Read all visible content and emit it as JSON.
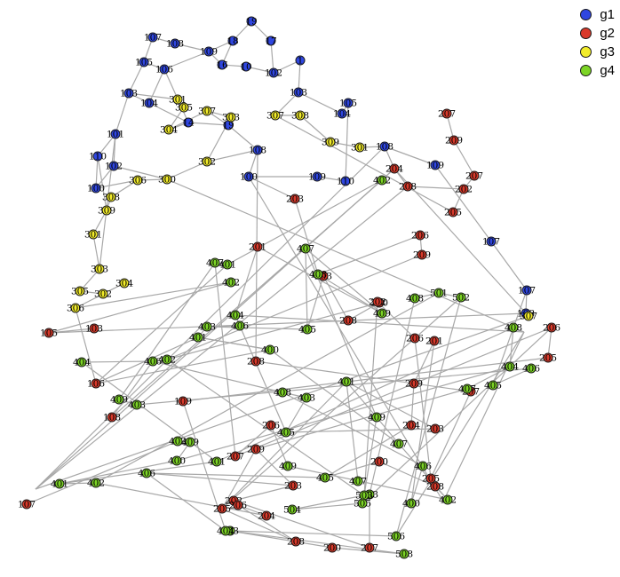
{
  "legend": {
    "groups": [
      {
        "name": "g1",
        "color": "#2f46e0"
      },
      {
        "name": "g2",
        "color": "#d93a2b"
      },
      {
        "name": "g3",
        "color": "#f2ec2a"
      },
      {
        "name": "g4",
        "color": "#7cd425"
      }
    ]
  },
  "nodes": [
    {
      "label": "107",
      "g": "g1"
    },
    {
      "label": "108",
      "g": "g1"
    },
    {
      "label": "109",
      "g": "g1"
    },
    {
      "label": "105",
      "g": "g1"
    },
    {
      "label": "106",
      "g": "g1"
    },
    {
      "label": "103",
      "g": "g1"
    },
    {
      "label": "104",
      "g": "g1"
    },
    {
      "label": "101",
      "g": "g1"
    },
    {
      "label": "102",
      "g": "g1"
    },
    {
      "label": "100",
      "g": "g1"
    },
    {
      "label": "110",
      "g": "g1"
    },
    {
      "label": "19",
      "g": "g1"
    },
    {
      "label": "18",
      "g": "g1"
    },
    {
      "label": "17",
      "g": "g1"
    },
    {
      "label": "16",
      "g": "g1"
    },
    {
      "label": "10",
      "g": "g1"
    },
    {
      "label": "102",
      "g": "g1"
    },
    {
      "label": "103",
      "g": "g1"
    },
    {
      "label": "104",
      "g": "g1"
    },
    {
      "label": "105",
      "g": "g1"
    },
    {
      "label": "100",
      "g": "g1"
    },
    {
      "label": "108",
      "g": "g1"
    },
    {
      "label": "109",
      "g": "g1"
    },
    {
      "label": "110",
      "g": "g1"
    },
    {
      "label": "1",
      "g": "g1"
    },
    {
      "label": "19",
      "g": "g1"
    },
    {
      "label": "14",
      "g": "g1"
    },
    {
      "label": "108",
      "g": "g1"
    },
    {
      "label": "109",
      "g": "g1"
    },
    {
      "label": "107",
      "g": "g1"
    },
    {
      "label": "107",
      "g": "g1"
    },
    {
      "label": "108",
      "g": "g1"
    },
    {
      "label": "301",
      "g": "g3"
    },
    {
      "label": "305",
      "g": "g3"
    },
    {
      "label": "304",
      "g": "g3"
    },
    {
      "label": "307",
      "g": "g3"
    },
    {
      "label": "303",
      "g": "g3"
    },
    {
      "label": "302",
      "g": "g3"
    },
    {
      "label": "300",
      "g": "g3"
    },
    {
      "label": "306",
      "g": "g3"
    },
    {
      "label": "308",
      "g": "g3"
    },
    {
      "label": "309",
      "g": "g3"
    },
    {
      "label": "301",
      "g": "g3"
    },
    {
      "label": "303",
      "g": "g3"
    },
    {
      "label": "305",
      "g": "g3"
    },
    {
      "label": "302",
      "g": "g3"
    },
    {
      "label": "304",
      "g": "g3"
    },
    {
      "label": "306",
      "g": "g3"
    },
    {
      "label": "307",
      "g": "g3"
    },
    {
      "label": "308",
      "g": "g3"
    },
    {
      "label": "309",
      "g": "g3"
    },
    {
      "label": "301",
      "g": "g3"
    },
    {
      "label": "307",
      "g": "g3"
    },
    {
      "label": "207",
      "g": "g2"
    },
    {
      "label": "209",
      "g": "g2"
    },
    {
      "label": "207",
      "g": "g2"
    },
    {
      "label": "202",
      "g": "g2"
    },
    {
      "label": "205",
      "g": "g2"
    },
    {
      "label": "204",
      "g": "g2"
    },
    {
      "label": "208",
      "g": "g2"
    },
    {
      "label": "203",
      "g": "g2"
    },
    {
      "label": "201",
      "g": "g2"
    },
    {
      "label": "206",
      "g": "g2"
    },
    {
      "label": "209",
      "g": "g2"
    },
    {
      "label": "200",
      "g": "g2"
    },
    {
      "label": "208",
      "g": "g2"
    },
    {
      "label": "203",
      "g": "g2"
    },
    {
      "label": "202",
      "g": "g2"
    },
    {
      "label": "206",
      "g": "g2"
    },
    {
      "label": "201",
      "g": "g2"
    },
    {
      "label": "209",
      "g": "g2"
    },
    {
      "label": "204",
      "g": "g2"
    },
    {
      "label": "203",
      "g": "g2"
    },
    {
      "label": "200",
      "g": "g2"
    },
    {
      "label": "208",
      "g": "g2"
    },
    {
      "label": "205",
      "g": "g2"
    },
    {
      "label": "207",
      "g": "g2"
    },
    {
      "label": "208",
      "g": "g2"
    },
    {
      "label": "206",
      "g": "g2"
    },
    {
      "label": "207",
      "g": "g2"
    },
    {
      "label": "209",
      "g": "g2"
    },
    {
      "label": "203",
      "g": "g2"
    },
    {
      "label": "202",
      "g": "g2"
    },
    {
      "label": "205",
      "g": "g2"
    },
    {
      "label": "206",
      "g": "g2"
    },
    {
      "label": "204",
      "g": "g2"
    },
    {
      "label": "208",
      "g": "g2"
    },
    {
      "label": "200",
      "g": "g2"
    },
    {
      "label": "207",
      "g": "g2"
    },
    {
      "label": "206",
      "g": "g2"
    },
    {
      "label": "205",
      "g": "g2"
    },
    {
      "label": "109",
      "g": "g2"
    },
    {
      "label": "106",
      "g": "g2"
    },
    {
      "label": "108",
      "g": "g2"
    },
    {
      "label": "107",
      "g": "g2"
    },
    {
      "label": "105",
      "g": "g2"
    },
    {
      "label": "103",
      "g": "g2"
    },
    {
      "label": "402",
      "g": "g4"
    },
    {
      "label": "404",
      "g": "g4"
    },
    {
      "label": "406",
      "g": "g4"
    },
    {
      "label": "403",
      "g": "g4"
    },
    {
      "label": "401",
      "g": "g4"
    },
    {
      "label": "400",
      "g": "g4"
    },
    {
      "label": "405",
      "g": "g4"
    },
    {
      "label": "407",
      "g": "g4"
    },
    {
      "label": "408",
      "g": "g4"
    },
    {
      "label": "409",
      "g": "g4"
    },
    {
      "label": "402",
      "g": "g4"
    },
    {
      "label": "406",
      "g": "g4"
    },
    {
      "label": "404",
      "g": "g4"
    },
    {
      "label": "408",
      "g": "g4"
    },
    {
      "label": "403",
      "g": "g4"
    },
    {
      "label": "405",
      "g": "g4"
    },
    {
      "label": "401",
      "g": "g4"
    },
    {
      "label": "409",
      "g": "g4"
    },
    {
      "label": "407",
      "g": "g4"
    },
    {
      "label": "406",
      "g": "g4"
    },
    {
      "label": "400",
      "g": "g4"
    },
    {
      "label": "402",
      "g": "g4"
    },
    {
      "label": "409",
      "g": "g4"
    },
    {
      "label": "405",
      "g": "g4"
    },
    {
      "label": "407",
      "g": "g4"
    },
    {
      "label": "403",
      "g": "g4"
    },
    {
      "label": "408",
      "g": "g4"
    },
    {
      "label": "501",
      "g": "g4"
    },
    {
      "label": "502",
      "g": "g4"
    },
    {
      "label": "503",
      "g": "g4"
    },
    {
      "label": "504",
      "g": "g4"
    },
    {
      "label": "505",
      "g": "g4"
    },
    {
      "label": "506",
      "g": "g4"
    },
    {
      "label": "508",
      "g": "g4"
    },
    {
      "label": "403",
      "g": "g4"
    },
    {
      "label": "404",
      "g": "g4"
    },
    {
      "label": "406",
      "g": "g4"
    },
    {
      "label": "402",
      "g": "g4"
    },
    {
      "label": "401",
      "g": "g4"
    },
    {
      "label": "400",
      "g": "g4"
    },
    {
      "label": "409",
      "g": "g4"
    },
    {
      "label": "402",
      "g": "g4"
    },
    {
      "label": "401",
      "g": "g4"
    },
    {
      "label": "408",
      "g": "g4"
    },
    {
      "label": "404",
      "g": "g4"
    },
    {
      "label": "407",
      "g": "g4"
    },
    {
      "label": "405",
      "g": "g4"
    },
    {
      "label": "406",
      "g": "g4"
    },
    {
      "label": "403",
      "g": "g4"
    },
    {
      "label": "409",
      "g": "g4"
    },
    {
      "label": "407",
      "g": "g4"
    },
    {
      "label": "401",
      "g": "g4"
    },
    {
      "label": "402",
      "g": "g4"
    }
  ]
}
